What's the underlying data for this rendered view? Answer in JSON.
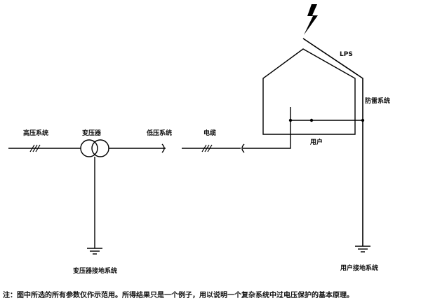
{
  "labels": {
    "hv_system": "高压系统",
    "transformer": "变压器",
    "lv_system": "低压系统",
    "cable": "电缆",
    "lps": "LPS",
    "lightning_system": "防雷系统",
    "user": "用户",
    "transformer_ground": "变压器接地系统",
    "user_ground": "用户接地系统"
  },
  "note": "注：图中所选的所有参数仅作示范用。所得结果只是一个例子，用以说明一个复杂系统中过电压保护的基本原理。"
}
